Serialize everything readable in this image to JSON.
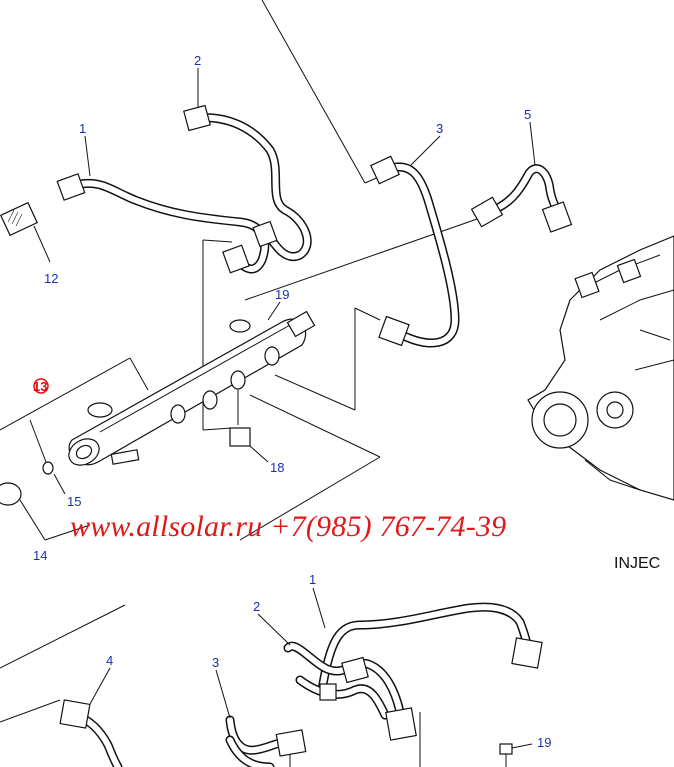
{
  "watermark": "www.allsolar.ru +7(985) 767-74-39",
  "section_label": "INJEC",
  "callouts": {
    "top_1": "1",
    "top_2": "2",
    "top_3": "3",
    "top_5": "5",
    "top_12": "12",
    "top_19": "19",
    "top_13": "13",
    "top_18": "18",
    "top_15": "15",
    "top_14": "14",
    "bottom_1": "1",
    "bottom_2": "2",
    "bottom_3": "3",
    "bottom_4": "4",
    "bottom_19": "19"
  },
  "colors": {
    "callout": "#1a2fb0",
    "highlight": "#e01010",
    "watermark": "#e01818",
    "ink": "#111111"
  }
}
